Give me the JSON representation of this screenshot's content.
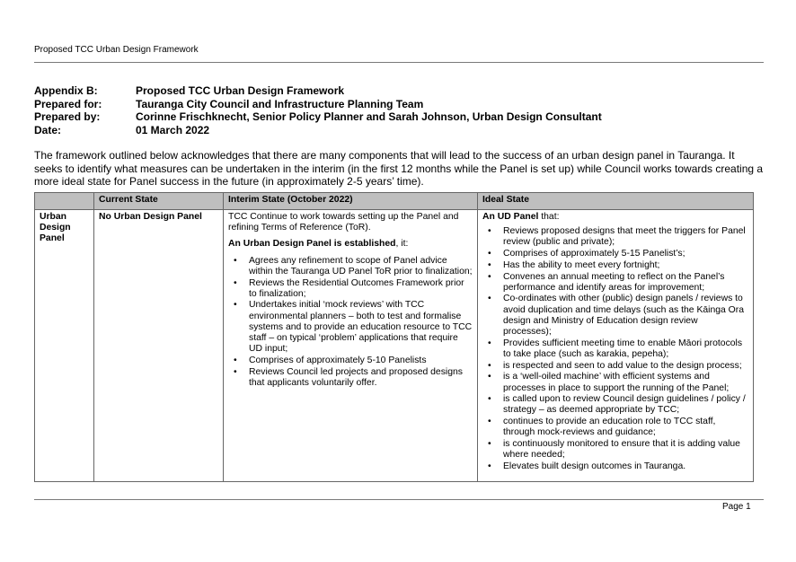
{
  "header": {
    "title": "Proposed TCC Urban Design Framework"
  },
  "meta": [
    {
      "key": "Appendix B:",
      "value": "Proposed TCC Urban Design Framework"
    },
    {
      "key": "Prepared for:",
      "value": "Tauranga City Council and Infrastructure Planning Team"
    },
    {
      "key": "Prepared by:",
      "value": "Corinne Frischknecht, Senior Policy Planner and Sarah Johnson, Urban Design Consultant"
    },
    {
      "key": "Date:",
      "value": "01 March 2022"
    }
  ],
  "intro": "The framework outlined below acknowledges that there are many components that will lead to the success of an urban design panel in Tauranga. It seeks to identify what measures can be undertaken in the interim (in the first 12 months while the Panel is set up) while Council works towards creating a more ideal state for Panel success in the future (in approximately 2-5 years’ time).",
  "table": {
    "headers": [
      "",
      "Current State",
      "Interim State (October 2022)",
      "Ideal State"
    ],
    "row_label": "Urban Design Panel",
    "current_state": "No Urban Design Panel",
    "interim": {
      "intro": "TCC Continue to work towards setting up the Panel and refining Terms of Reference (ToR).",
      "established_bold": "An Urban Design Panel is established",
      "established_rest": ", it:",
      "items": [
        "Agrees any refinement to scope of Panel advice within the Tauranga UD Panel ToR prior to finalization;",
        "Reviews the Residential Outcomes Framework prior to finalization;",
        "Undertakes initial ‘mock reviews’ with TCC environmental planners – both to test and formalise systems and to provide an education resource to TCC staff – on typical ‘problem’ applications that require UD input;",
        "Comprises of approximately 5-10 Panelists",
        "Reviews Council led projects and proposed designs that applicants voluntarily offer."
      ]
    },
    "ideal": {
      "intro_bold": "An UD Panel",
      "intro_rest": " that:",
      "items": [
        "Reviews proposed designs that meet the triggers for Panel review (public and private);",
        "Comprises of approximately 5-15 Panelist’s;",
        "Has the ability to meet every fortnight;",
        "Convenes an annual meeting to reflect on the Panel’s performance and identify areas for improvement;",
        "Co-ordinates with other (public) design panels / reviews to avoid duplication and time delays (such as the Kāinga Ora design and Ministry of Education design review processes);",
        "Provides sufficient meeting time to enable Māori protocols to take place (such as karakia, pepeha);",
        "is respected and seen to add value to the design process;",
        "is a ‘well-oiled machine’ with efficient systems and processes in place to support the running of the Panel;",
        "is called upon to review Council design guidelines / policy / strategy – as deemed appropriate by TCC;",
        "continues to provide an education role to TCC staff, through mock-reviews and guidance;",
        "is continuously monitored to ensure that it is adding value where needed;",
        "Elevates built design outcomes in Tauranga."
      ]
    }
  },
  "footer": {
    "page": "Page 1"
  }
}
